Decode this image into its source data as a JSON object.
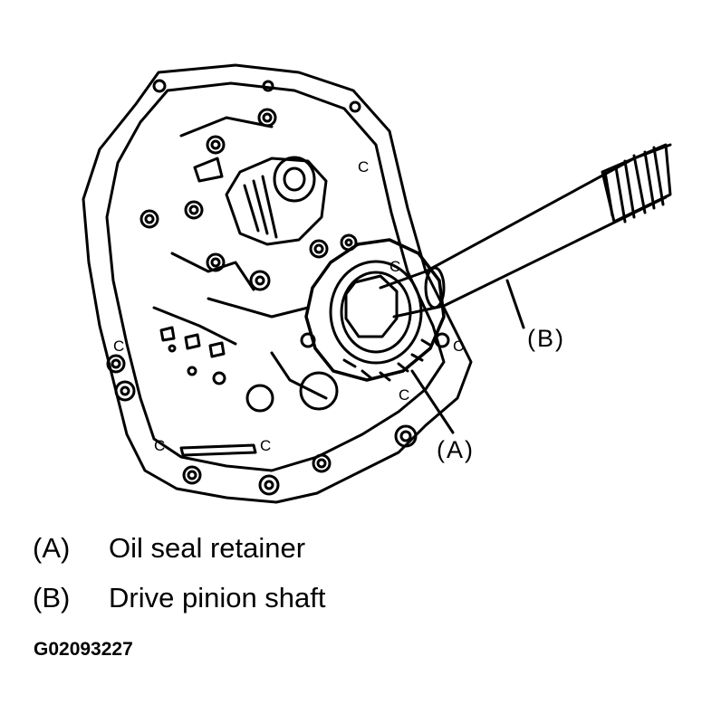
{
  "callouts": {
    "a": "(A)",
    "b": "(B)"
  },
  "legend": [
    {
      "key": "(A)",
      "label": "Oil seal retainer"
    },
    {
      "key": "(B)",
      "label": "Drive pinion shaft"
    }
  ],
  "figure_code": "G02093227",
  "housing_marks": [
    "C",
    "C",
    "C",
    "C",
    "C",
    "C",
    "C"
  ]
}
